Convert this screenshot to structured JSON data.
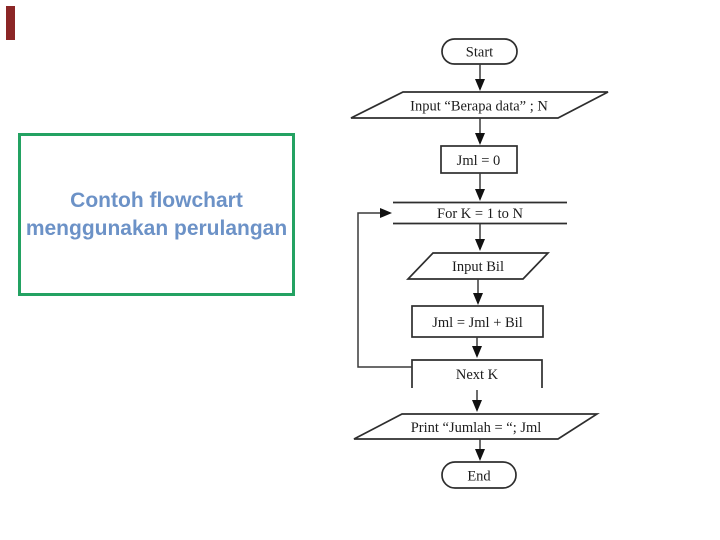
{
  "slide": {
    "accent_bar_color": "#8b2626",
    "title_box": {
      "line1": "Contoh flowchart",
      "line2": "menggunakan perulangan",
      "border_color": "#23a262",
      "text_color": "#6c92c7"
    }
  },
  "flowchart": {
    "line_color": "#2e2e2e",
    "nodes": [
      {
        "id": "start",
        "type": "terminator",
        "label": "Start"
      },
      {
        "id": "input-n",
        "type": "io",
        "label": "Input “Berapa data” ; N"
      },
      {
        "id": "init",
        "type": "process",
        "label": "Jml = 0"
      },
      {
        "id": "for-loop",
        "type": "loop-start",
        "label": "For K = 1 to N"
      },
      {
        "id": "input-bil",
        "type": "io",
        "label": "Input Bil"
      },
      {
        "id": "sum",
        "type": "process",
        "label": "Jml = Jml + Bil"
      },
      {
        "id": "next-k",
        "type": "loop-end",
        "label": "Next K"
      },
      {
        "id": "print",
        "type": "io",
        "label": "Print “Jumlah = “; Jml"
      },
      {
        "id": "end",
        "type": "terminator",
        "label": "End"
      }
    ]
  }
}
